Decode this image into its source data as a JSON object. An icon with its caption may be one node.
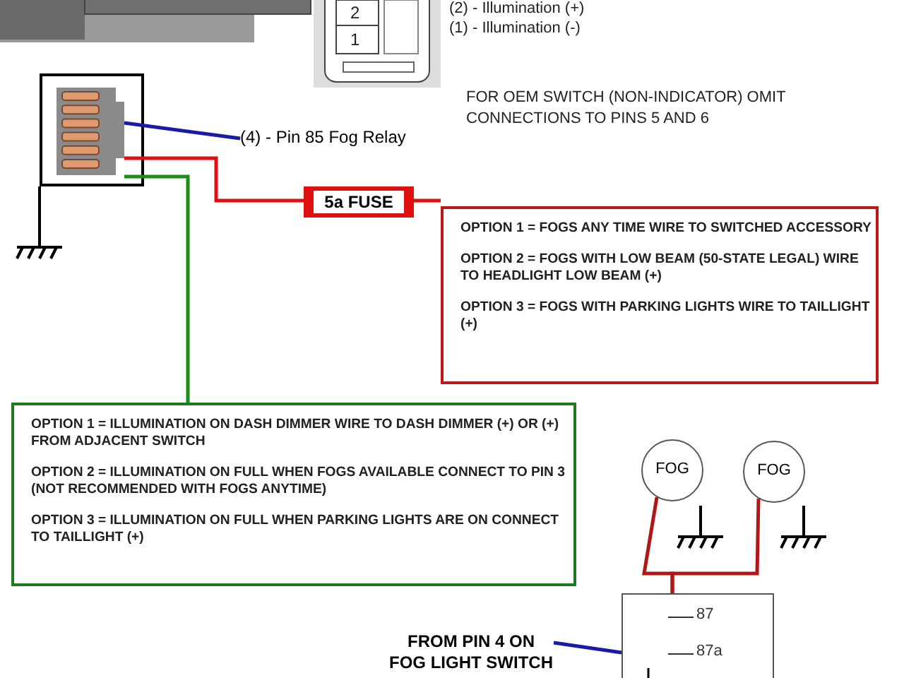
{
  "diagram": {
    "nodes": [
      {
        "text": [],
        "shape": "picture"
      },
      {
        "text": [
          "(4) - Pin 85 Fog Relay"
        ]
      },
      {
        "text": [
          "5a FUSE"
        ]
      },
      {
        "text": [
          "OPTION 1 = FOGS ANY TIME WIRE TO SWITCHED ACCESSORY",
          "OPTION 2 = FOGS WITH LOW BEAM (50-STATE LEGAL) WIRE TO HEADLIGHT LOW BEAM (+)",
          "OPTION 3 = FOGS WITH PARKING LIGHTS WIRE TO TAILLIGHT (+)"
        ]
      },
      {
        "text": [
          "OPTION 1 = ILLUMINATION ON DASH DIMMER WIRE TO DASH DIMMER (+) OR (+) FROM ADJACENT SWITCH",
          "OPTION 2 = ILLUMINATION ON FULL WHEN FOGS AVAILABLE CONNECT TO PIN 3 (NOT RECOMMENDED WITH FOGS ANYTIME)",
          "OPTION 3 = ILLUMINATION ON FULL WHEN PARKING LIGHTS ARE ON CONNECT TO TAILLIGHT (+)"
        ]
      },
      {
        "text": [
          "FOG"
        ]
      },
      {
        "text": [
          "FOG"
        ]
      },
      {
        "text": [
          "87",
          "87a"
        ]
      },
      {
        "text": [
          "FROM PIN 4 ON FOG LIGHT SWITCH"
        ]
      }
    ],
    "edges": [
      {
        "from": 0,
        "to": 1,
        "arrow": "none",
        "color": "#1a1aa8"
      },
      {
        "from": 0,
        "to": 2,
        "arrow": "none",
        "color": "#e01010"
      },
      {
        "from": 2,
        "to": 3,
        "arrow": "none",
        "color": "#e01010"
      },
      {
        "from": 0,
        "to": 4,
        "arrow": "none",
        "color": "#1f8a1f"
      },
      {
        "from": 7,
        "to": 5,
        "arrow": "none",
        "color": "#b01818"
      },
      {
        "from": 7,
        "to": 6,
        "arrow": "none",
        "color": "#b01818"
      },
      {
        "from": 8,
        "to": 7,
        "arrow": "none",
        "color": "#1a1aa8"
      }
    ],
    "labels": [
      "2",
      "1",
      "(2) - Illumination (+)",
      "(1) - Illumination (-)",
      "FOR OEM SWITCH (NON-INDICATOR) OMIT CONNECTIONS TO PINS 5 AND 6"
    ]
  }
}
